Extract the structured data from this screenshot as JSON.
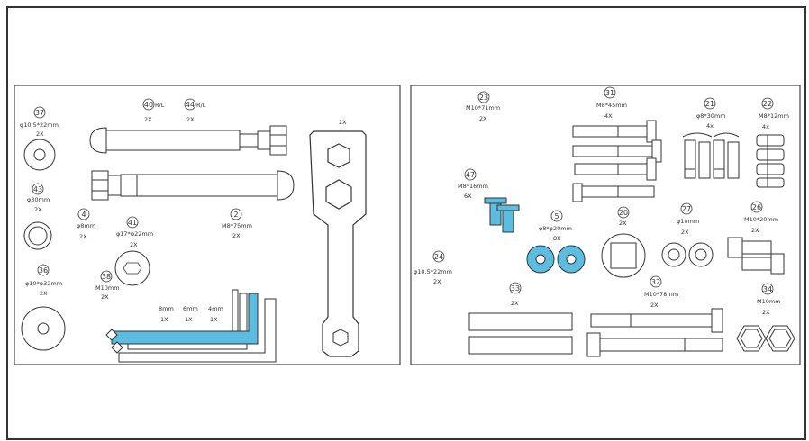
{
  "colors": {
    "accent": "#5bbde0",
    "ink": "#222222",
    "paper": "#ffffff"
  },
  "left_panel": {
    "p37": {
      "num": "37",
      "size": "φ10.5*22mm",
      "qty": "2X"
    },
    "p40": {
      "num": "40",
      "side": "R/L",
      "qty": "2X"
    },
    "p44": {
      "num": "44",
      "side": "R/L",
      "qty": "2X"
    },
    "p43": {
      "num": "43",
      "size": "φ30mm",
      "qty": "2X"
    },
    "p4": {
      "num": "4",
      "size": "φ8mm",
      "qty": "2X"
    },
    "p41": {
      "num": "41",
      "size": "φ17*φ22mm",
      "qty": "2X"
    },
    "p2": {
      "num": "2",
      "size": "M8*75mm",
      "qty": "2X"
    },
    "p36": {
      "num": "36",
      "size": "φ10*φ32mm",
      "qty": "2X"
    },
    "p38": {
      "num": "38",
      "size": "M10mm",
      "qty": "2X"
    },
    "wrench": {
      "qty": "2X"
    },
    "allen": [
      {
        "size": "8mm",
        "qty": "1X"
      },
      {
        "size": "6mm",
        "qty": "1X"
      },
      {
        "size": "4mm",
        "qty": "1X"
      }
    ]
  },
  "right_panel": {
    "p23": {
      "num": "23",
      "size": "M10*71mm",
      "qty": "2X"
    },
    "p31": {
      "num": "31",
      "size": "M8*45mm",
      "qty": "4X"
    },
    "p21": {
      "num": "21",
      "size": "φ8*30mm",
      "qty": "4x"
    },
    "p22": {
      "num": "22",
      "size": "M8*12mm",
      "qty": "4x"
    },
    "p47": {
      "num": "47",
      "size": "M8*16mm",
      "qty": "6X"
    },
    "p5": {
      "num": "5",
      "size": "φ8*φ20mm",
      "qty": "8X"
    },
    "p20": {
      "num": "20",
      "qty": "2X"
    },
    "p27": {
      "num": "27",
      "size": "φ10mm",
      "qty": "2X"
    },
    "p26": {
      "num": "26",
      "size": "M10*20mm",
      "qty": "2X"
    },
    "p24": {
      "num": "24",
      "size": "φ10.5*22mm",
      "qty": "2X"
    },
    "p33": {
      "num": "33",
      "qty": "2X"
    },
    "p32": {
      "num": "32",
      "size": "M10*78mm",
      "qty": "2X"
    },
    "p34": {
      "num": "34",
      "size": "M10mm",
      "qty": "2X"
    }
  }
}
